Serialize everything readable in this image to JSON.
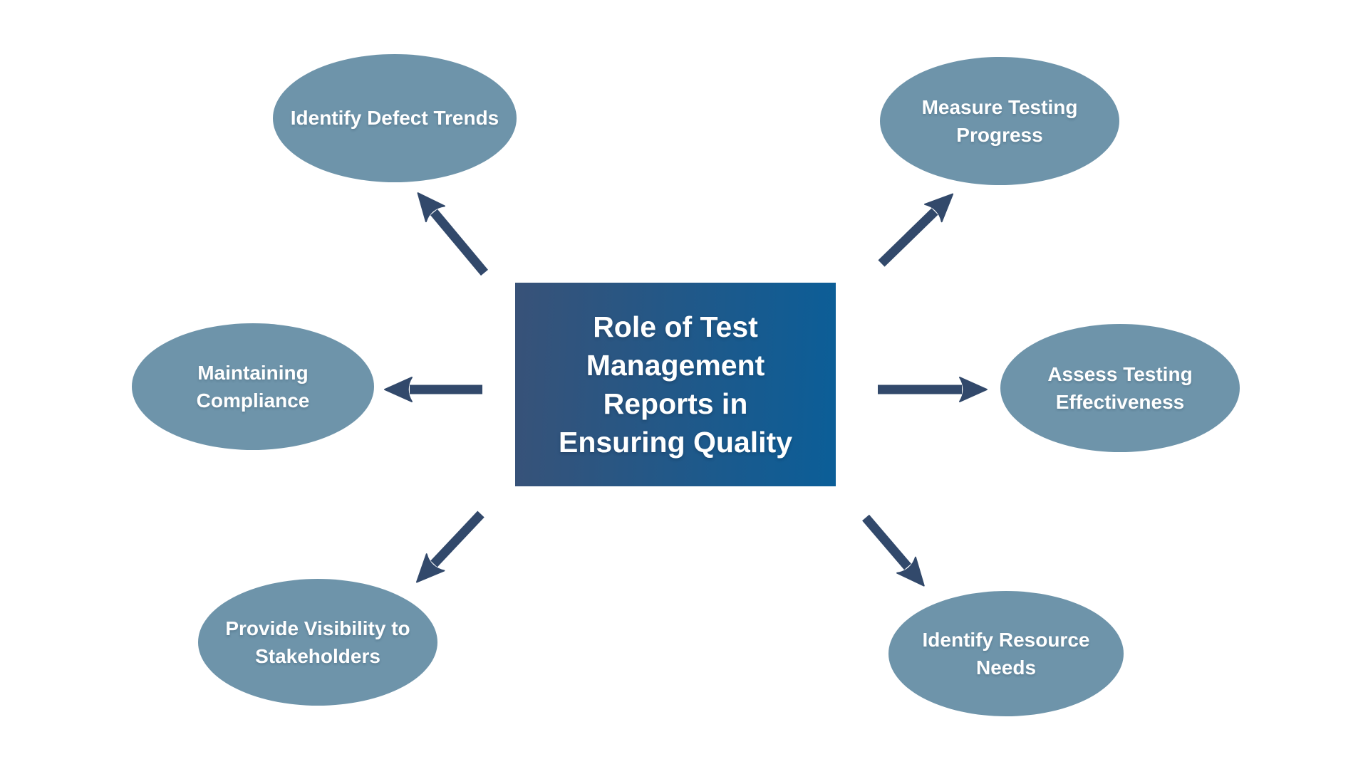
{
  "diagram": {
    "center": {
      "label": "Role of Test Management Reports in Ensuring Quality"
    },
    "nodes": [
      {
        "id": "identify-defect-trends",
        "label": "Identify Defect Trends",
        "position": "top-left"
      },
      {
        "id": "measure-testing-progress",
        "label": "Measure Testing Progress",
        "position": "top-right"
      },
      {
        "id": "maintaining-compliance",
        "label": "Maintaining Compliance",
        "position": "middle-left"
      },
      {
        "id": "assess-testing-effectiveness",
        "label": "Assess Testing Effectiveness",
        "position": "middle-right"
      },
      {
        "id": "provide-visibility-to-stakeholders",
        "label": "Provide Visibility to Stakeholders",
        "position": "bottom-left"
      },
      {
        "id": "identify-resource-needs",
        "label": "Identify Resource Needs",
        "position": "bottom-right"
      }
    ],
    "colors": {
      "background": "#ffffff",
      "node_fill": "#6e94aa",
      "node_text": "#ffffff",
      "arrow": "#32496b",
      "center_gradient_left": "#385278",
      "center_gradient_right": "#0b5e98",
      "center_text": "#ffffff"
    }
  }
}
